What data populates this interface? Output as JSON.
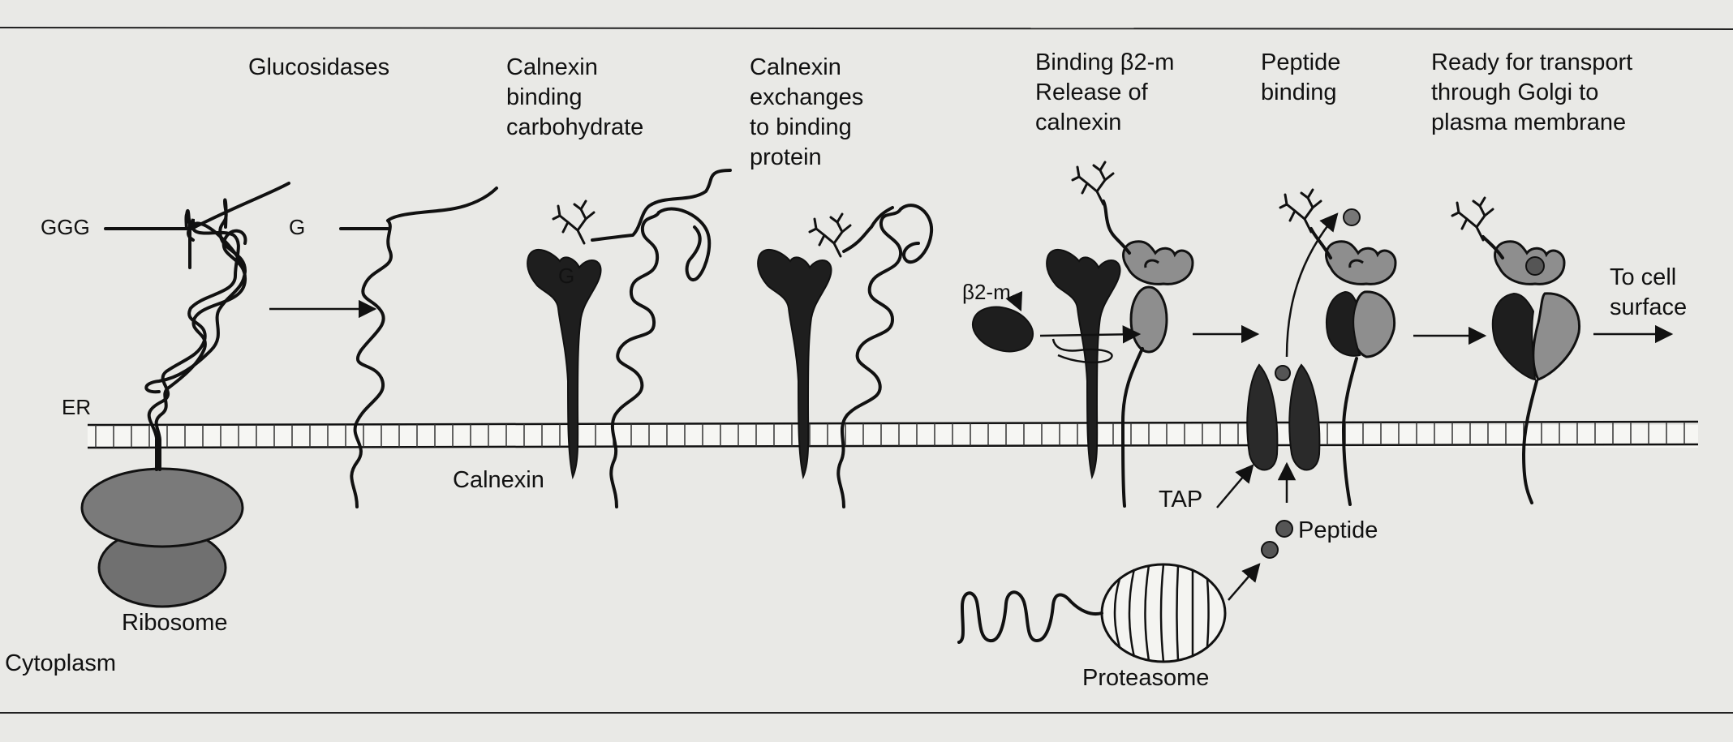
{
  "steps": [
    {
      "lines": [
        "Glucosidases"
      ]
    },
    {
      "lines": [
        "Calnexin",
        "binding",
        "carbohydrate"
      ]
    },
    {
      "lines": [
        "Calnexin",
        "exchanges",
        "to binding",
        "protein"
      ]
    },
    {
      "lines": [
        "Binding β2-m",
        "Release of",
        "calnexin"
      ]
    },
    {
      "lines": [
        "Peptide",
        "binding"
      ]
    },
    {
      "lines": [
        "Ready for transport",
        "through Golgi to",
        "plasma membrane"
      ]
    }
  ],
  "labels": {
    "ggg": "GGG",
    "g": "G",
    "g_calnexin": "G",
    "er": "ER",
    "calnexin": "Calnexin",
    "ribosome": "Ribosome",
    "cytoplasm": "Cytoplasm",
    "b2m": "β2-m",
    "tap": "TAP",
    "peptide": "Peptide",
    "proteasome": "Proteasome",
    "to_cell_surface": [
      "To cell",
      "surface"
    ]
  },
  "colors": {
    "ink": "#111111",
    "calnexin": "#1e1e1e",
    "mhc": "#8e8e8e",
    "ribosome": "#6f6f6f",
    "peptide": "#555555",
    "membrane": "#f6f6f3",
    "background": "#e9e9e6"
  }
}
